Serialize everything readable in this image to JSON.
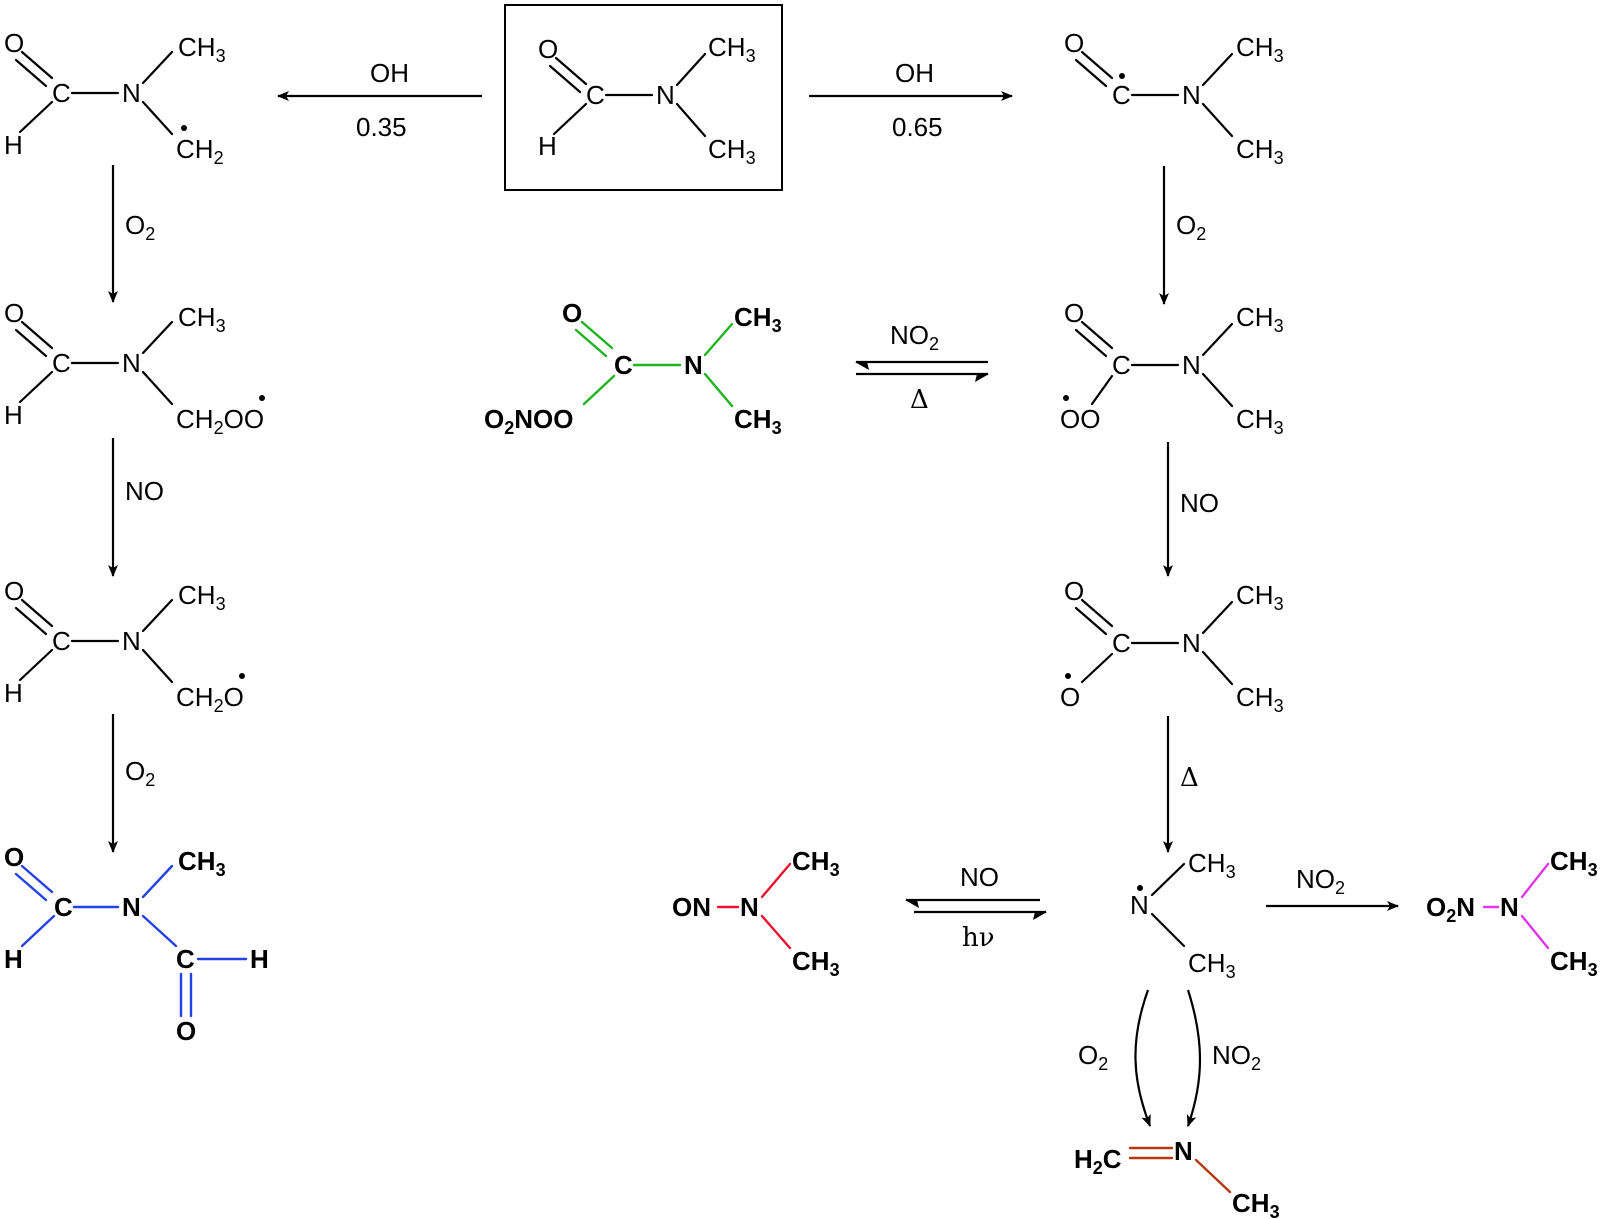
{
  "colors": {
    "black": "#000000",
    "green": "#1fb31f",
    "blue": "#2342e6",
    "red": "#e8122d",
    "magenta": "#e036e8",
    "brown": "#b33a10"
  },
  "arrows": {
    "oh_left_top": "OH",
    "oh_left_bottom": "0.35",
    "oh_right_top": "OH",
    "oh_right_bottom": "0.65",
    "left_o2_1": "O",
    "left_no": "NO",
    "left_o2_2": "O",
    "right_o2": "O",
    "right_no": "NO",
    "right_heat": "Δ",
    "eq_top_no2": "NO",
    "eq_bottom_heat": "Δ",
    "eq2_top_no": "NO",
    "eq2_bottom_hv": "hν",
    "right_no2": "NO",
    "curve_o2": "O",
    "curve_no2": "NO",
    "sub2": "2"
  },
  "atoms": {
    "O": "O",
    "C": "C",
    "N": "N",
    "H": "H",
    "CH": "CH",
    "three": "3",
    "two": "2",
    "OO": "O",
    "dot": "•"
  },
  "labels": {
    "o2nooo": "O",
    "o2noo_rest": "NOO",
    "on": "ON",
    "o2n_O": "O",
    "o2n_N": "N",
    "h2c": "H",
    "h2c_C": "C",
    "ch2o_CH": "CH",
    "ch2o_O": "O"
  }
}
